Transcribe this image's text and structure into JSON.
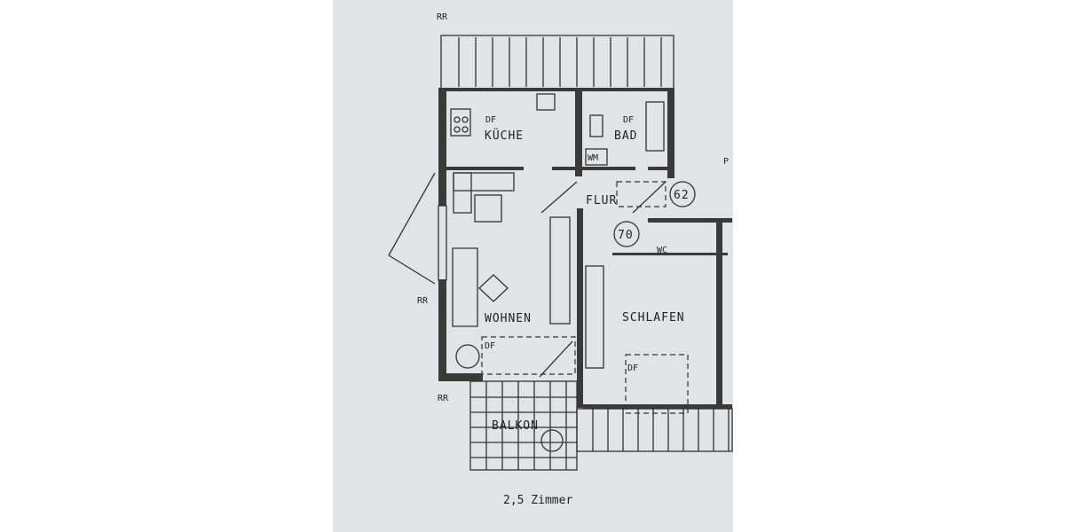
{
  "plan": {
    "caption": "2,5 Zimmer",
    "rooms": {
      "kitchen": "KÜCHE",
      "bath": "BAD",
      "hall": "FLUR",
      "living": "WOHNEN",
      "bedroom": "SCHLAFEN",
      "balcony": "BALKON",
      "wc": "WC"
    },
    "labels": {
      "rr": "RR",
      "df": "DF",
      "wm": "WM",
      "p": "P",
      "unit_62": "62",
      "unit_70": "70"
    },
    "colors": {
      "paper": "#e2e3e6",
      "ink": "#2e2e2e"
    }
  }
}
